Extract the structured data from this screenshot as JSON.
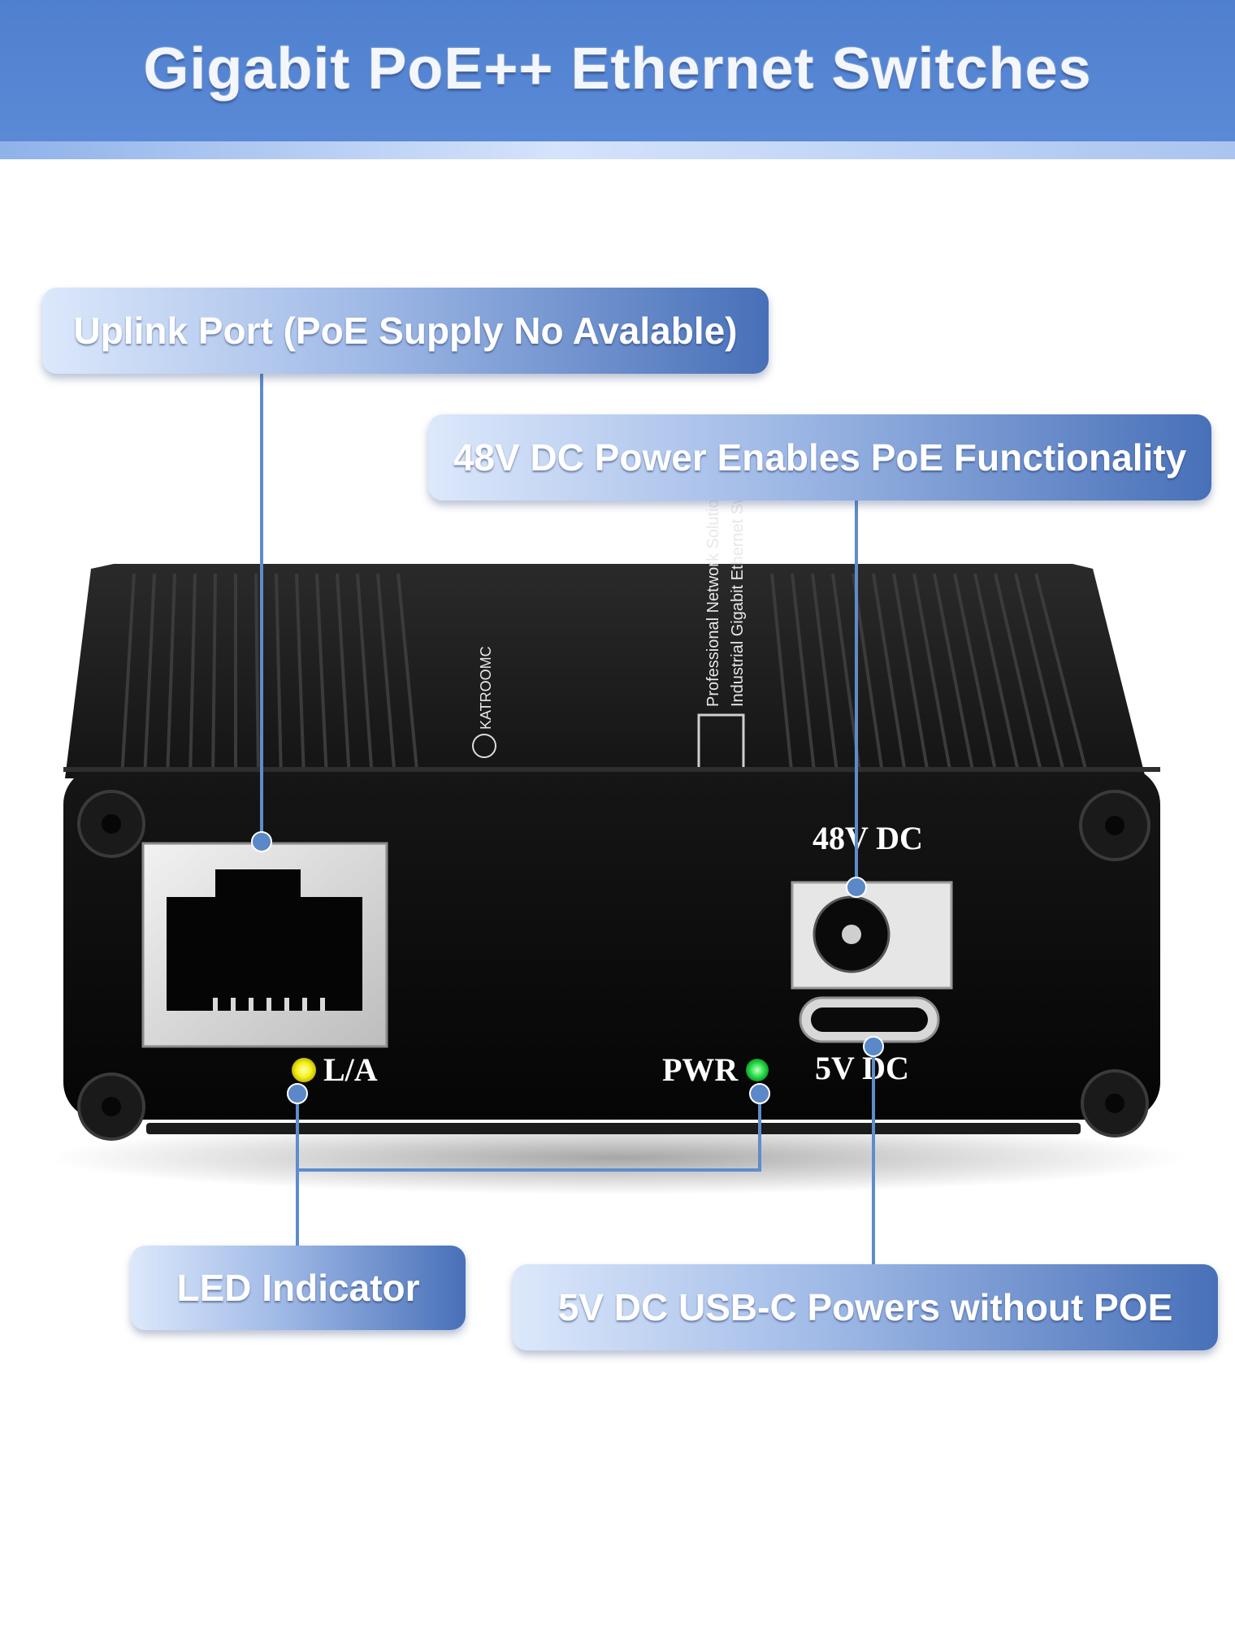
{
  "header": {
    "title": "Gigabit PoE++ Ethernet Switches"
  },
  "callouts": {
    "uplink": "Uplink Port (PoE Supply No Avalable)",
    "power_48v": "48V DC Power Enables PoE Functionality",
    "led": "LED Indicator",
    "usb_c": "5V DC USB-C Powers without POE"
  },
  "device": {
    "port_labels": {
      "power_48v": "48V DC",
      "usb_c": "5V DC",
      "link_activity": "L/A",
      "power_led": "PWR"
    },
    "top_label_lines": [
      "Professional Network Solutions",
      "Industrial Gigabit Ethernet Switch"
    ],
    "brand": "KATROOMC"
  },
  "colors": {
    "header_blue": "#4f80cf",
    "callout_dark": "#4870b8",
    "leader_line": "#5e8ccc",
    "led_la": "#f2f21a",
    "led_pwr": "#29e04a",
    "chassis": "#0d0d0d"
  }
}
